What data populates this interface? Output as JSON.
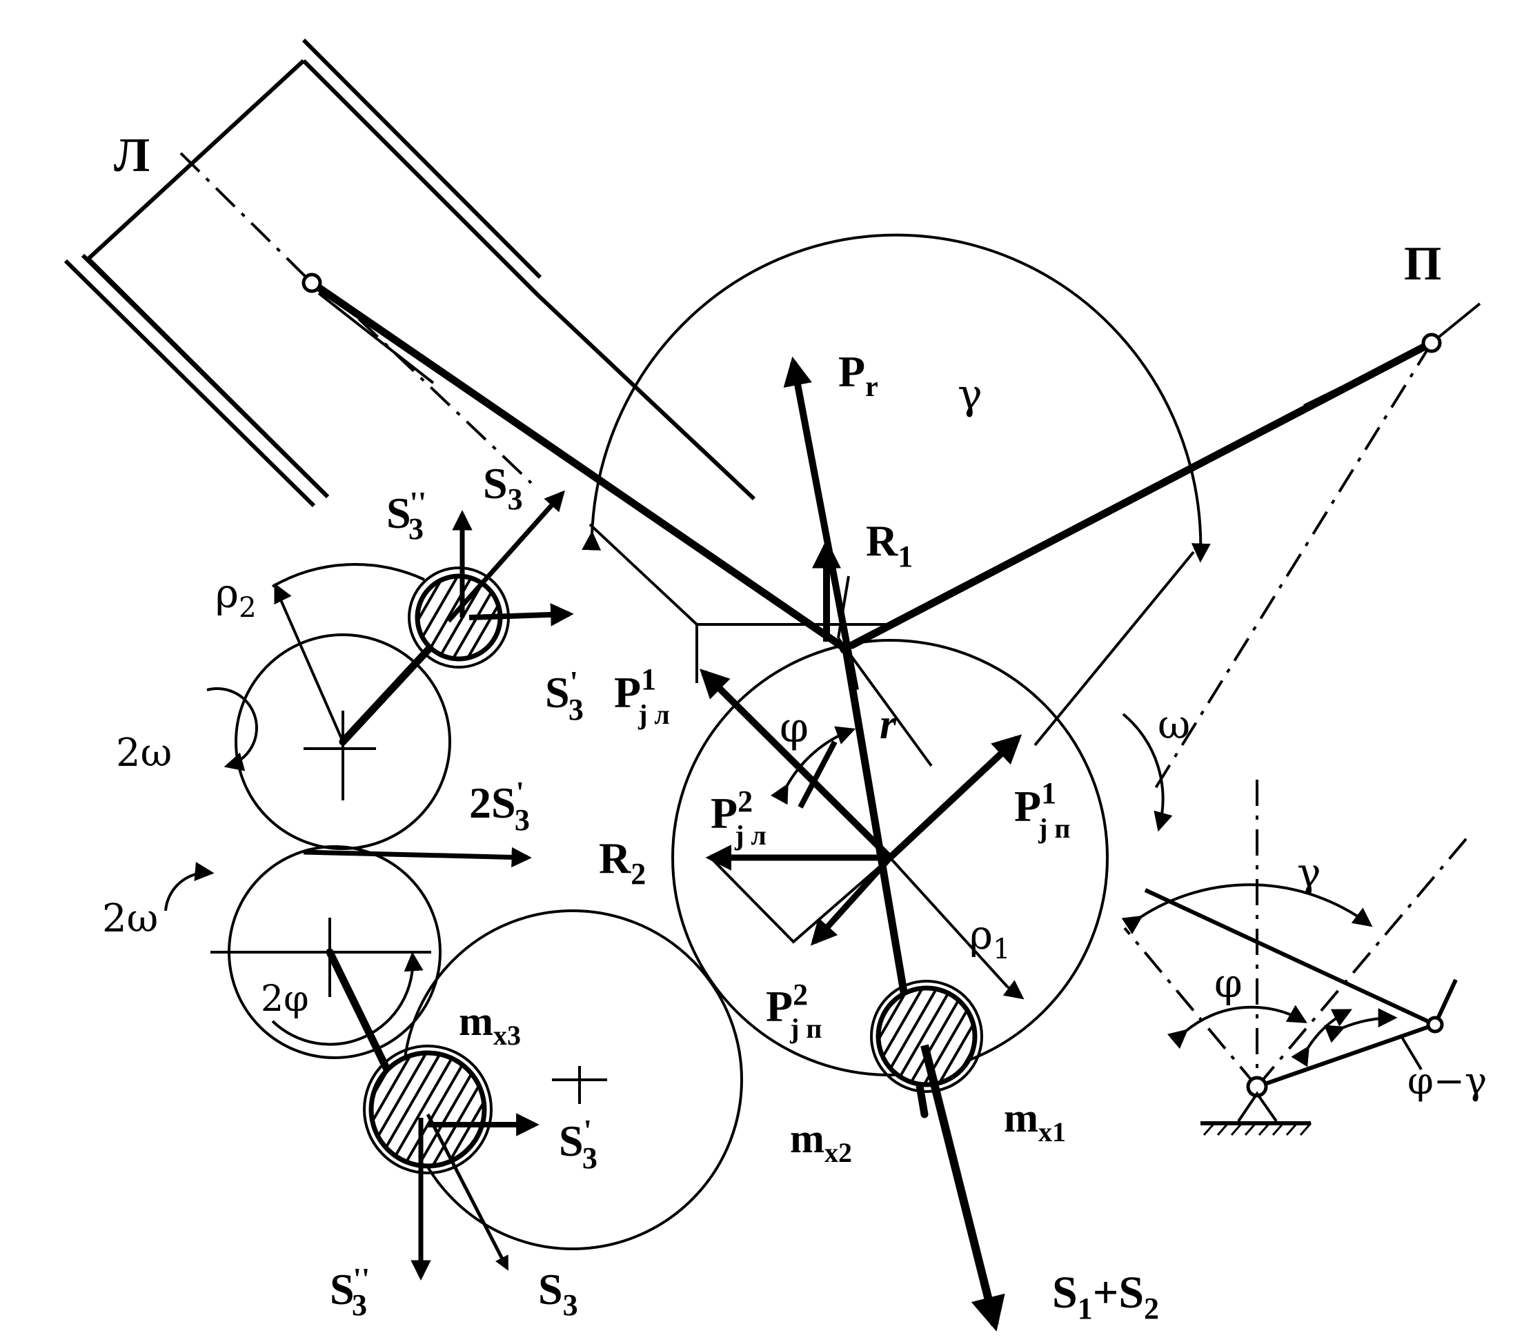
{
  "labels": {
    "L": "Л",
    "P": "П",
    "Pr_base": "P",
    "Pr_sub": "r",
    "gamma_top": "γ",
    "R1_base": "R",
    "R1_sub": "1",
    "S3_top_base": "S",
    "S3_top_sub": "3",
    "S3pp_top_base": "S",
    "S3pp_top_sup": "''",
    "S3pp_top_sub": "3",
    "rho2_base": "ρ",
    "rho2_sub": "2",
    "S3p_left_base": "S",
    "S3p_left_sup": "'",
    "S3p_left_sub": "3",
    "Pjl1_base": "P",
    "Pjl1_sup": "1",
    "Pjl1_sub": "j л",
    "phi_center": "φ",
    "r_center": "r",
    "omega": "ω",
    "two_omega_top": "2ω",
    "two_S3p_base": "2S",
    "two_S3p_sup": "'",
    "two_S3p_sub": "3",
    "Pjl2_base": "P",
    "Pjl2_sup": "2",
    "Pjl2_sub": "j л",
    "Pjp1_base": "P",
    "Pjp1_sup": "1",
    "Pjp1_sub": "j п",
    "R2_base": "R",
    "R2_sub": "2",
    "gamma_right": "γ",
    "two_omega_bottom": "2ω",
    "rho1_base": "ρ",
    "rho1_sub": "1",
    "phi_right": "φ",
    "two_phi": "2φ",
    "mx3_base": "m",
    "mx3_sub": "x3",
    "Pjp2_base": "P",
    "Pjp2_sup": "2",
    "Pjp2_sub": "j п",
    "phi_minus_gamma": "φ−γ",
    "S3p_bottom_base": "S",
    "S3p_bottom_sup": "'",
    "S3p_bottom_sub": "3",
    "mx2_base": "m",
    "mx2_sub": "x2",
    "mx1_base": "m",
    "mx1_sub": "x1",
    "S3pp_bottom_base": "S",
    "S3pp_bottom_sup": "''",
    "S3pp_bottom_sub": "3",
    "S3_bottom_base": "S",
    "S3_bottom_sub": "3",
    "S1S2_a": "S",
    "S1S2_sub1": "1",
    "S1S2_plus": "+S",
    "S1S2_sub2": "2"
  }
}
